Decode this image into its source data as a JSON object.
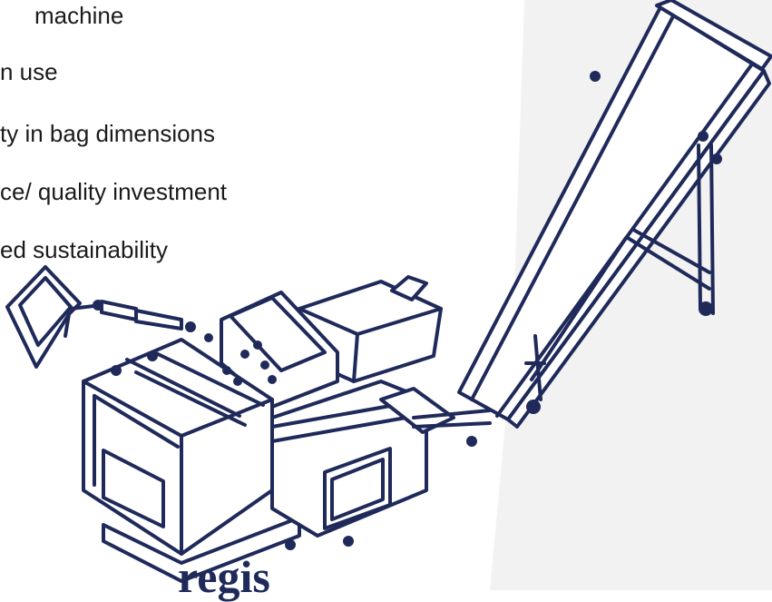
{
  "slide": {
    "bullets": [
      "machine",
      "n use",
      "ty in bag dimensions",
      "ce/ quality investment",
      "ed sustainability"
    ],
    "logo_text": "regis"
  },
  "colors": {
    "machine_line": "#1f2a5a",
    "text": "#1b1b1b",
    "right_panel": "#f2f2f2"
  },
  "icons": {
    "illustration": "bagging-machine-with-conveyor-illustration"
  }
}
